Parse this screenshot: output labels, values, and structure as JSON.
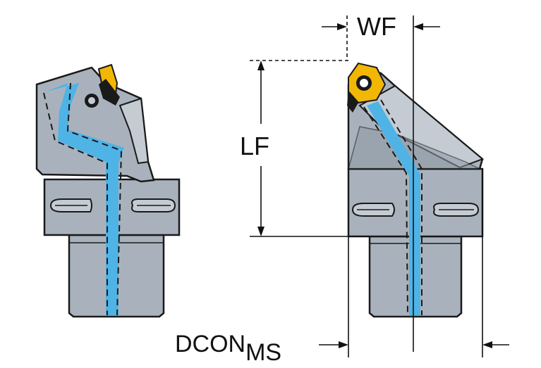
{
  "dimensions": {
    "wf": "WF",
    "lf": "LF",
    "dcon_main": "DCON",
    "dcon_sub": "MS"
  },
  "colors": {
    "body": "#a9b2bc",
    "body_light": "#c4cbd3",
    "body_dark": "#8f99a4",
    "outline": "#1a1a1a",
    "coolant": "#4fb3e6",
    "insert": "#f2b705",
    "dim_line": "#111111"
  }
}
